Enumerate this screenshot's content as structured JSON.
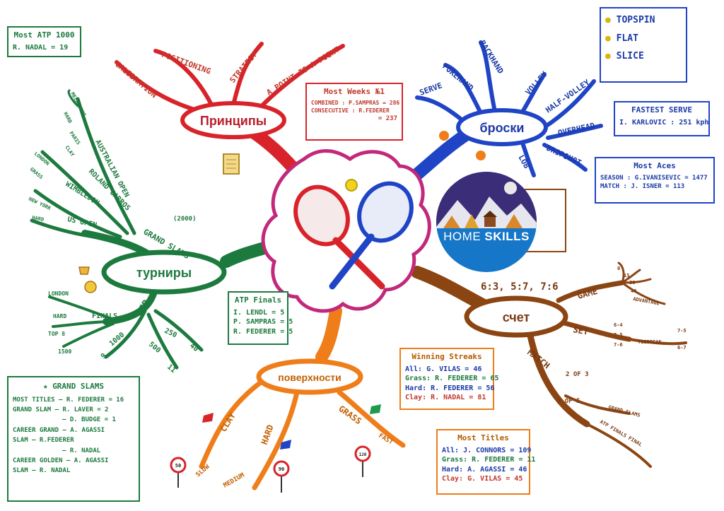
{
  "center_icon": "crossed-tennis-rackets-icon",
  "nodes": {
    "principles": "Принципы",
    "shots": "броски",
    "tournaments": "турниры",
    "score": "счет",
    "surfaces": "поверхности"
  },
  "principles_branches": [
    "CALIBRATION",
    "POSITIONING",
    "STRATEGY",
    "A POINT IS A POINT"
  ],
  "shots_branches": [
    "SERVE",
    "FOREHAND",
    "BACKHAND",
    "VOLLEY",
    "HALF-VOLLEY",
    "OVERHEAD",
    "DROPSHOT",
    "LOB"
  ],
  "tournaments_branches": {
    "grand_slams": "GRAND SLAMS",
    "grand_slams_year": "(2000)",
    "slams": [
      "AUSTRALIAN OPEN",
      "ROLAND GARROS",
      "WIMBLEDON",
      "US OPEN"
    ],
    "slam_details": [
      "MELBOURNE",
      "HARD",
      "PARIS",
      "CLAY",
      "LONDON",
      "GRASS",
      "NEW YORK",
      "HARD"
    ],
    "atp": "ATP",
    "atp_items": [
      "FINALS",
      "1000",
      "250",
      "500",
      "40",
      "11",
      "9"
    ],
    "finals_details": [
      "LONDON",
      "HARD",
      "TOP 8",
      "1500"
    ]
  },
  "score_branches": {
    "set_scores": "6:3, 5:7, 7:6",
    "game": "GAME",
    "game_points": [
      "0",
      "15",
      "30",
      "40",
      "ADVANTAGE"
    ],
    "set": "SET",
    "set_details": [
      "6-4",
      "7-5",
      "7-6",
      "TIEBREAK",
      "7-5",
      "6-7"
    ],
    "match": "MATCH",
    "match_details": [
      "2 OF 3",
      "3 OF 5",
      "GRAND SLAMS",
      "ATP FINALS FINAL"
    ]
  },
  "surfaces_branches": [
    "CLAY",
    "HARD",
    "GRASS",
    "SLOW",
    "MEDIUM",
    "FAST"
  ],
  "speed_signs": [
    "50",
    "90",
    "120"
  ],
  "boxes": {
    "most_atp_1000": {
      "title": "Most ATP 1000",
      "rows": [
        "R. NADAL = 19"
      ]
    },
    "most_weeks": {
      "title": "Most Weeks №1",
      "rows": [
        "COMBINED : P.SAMPRAS = 286",
        "CONSECUTIVE : R.FEDERER",
        "= 237"
      ]
    },
    "serve_types": {
      "rows": [
        "TOPSPIN",
        "FLAT",
        "SLICE"
      ]
    },
    "fastest_serve": {
      "title": "FASTEST SERVE",
      "rows": [
        "I. KARLOVIC : 251 kph"
      ]
    },
    "most_aces": {
      "title": "Most Aces",
      "rows": [
        "SEASON : G.IVANISEVIC = 1477",
        "MATCH : J. ISNER = 113"
      ]
    },
    "atp_finals": {
      "title": "ATP Finals",
      "rows": [
        "I. LENDL = 5",
        "P. SAMPRAS = 5",
        "R. FEDERER = 5"
      ]
    },
    "winning_streaks": {
      "title": "Winning Streaks",
      "rows": [
        "All: G. VILAS = 46",
        "Grass: R. FEDERER = 65",
        "Hard: R. FEDERER = 56",
        "Clay: R. NADAL = 81"
      ]
    },
    "most_titles": {
      "title": "Most Titles",
      "rows": [
        "All: J. CONNORS = 109",
        "Grass: R. FEDERER = 11",
        "Hard: A. AGASSI = 46",
        "Clay: G. VILAS = 45"
      ]
    },
    "grand_slams": {
      "title": "GRAND SLAMS",
      "rows": [
        "MOST TITLES – R. FEDERER = 16",
        "GRAND SLAM – R. LAVER = 2",
        "– D. BUDGE = 1",
        "CAREER GRAND – A. AGASSI",
        "SLAM – R.FEDERER",
        "– R. NADAL",
        "CAREER GOLDEN – A. AGASSI",
        "SLAM – R. NADAL"
      ]
    }
  },
  "logo": {
    "word1": "HOME",
    "word2": "SKILLS"
  },
  "colors": {
    "red": "#d8232a",
    "blue": "#1f44c6",
    "green": "#1d7a3e",
    "orange": "#ef7d1a",
    "brown": "#8b4513",
    "magenta": "#c2297a"
  }
}
